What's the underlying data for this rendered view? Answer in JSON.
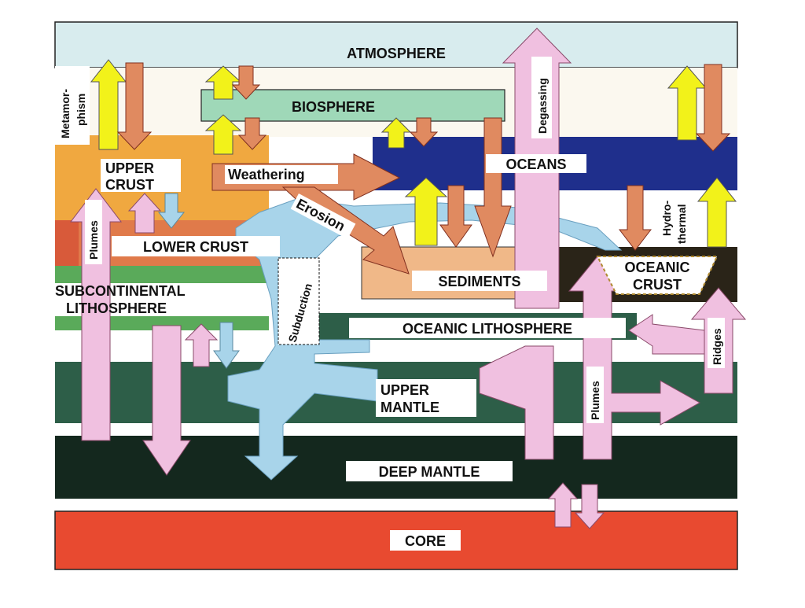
{
  "reservoirs": {
    "atmosphere": "ATMOSPHERE",
    "biosphere": "BIOSPHERE",
    "oceans": "OCEANS",
    "upper_crust": [
      "UPPER",
      "CRUST"
    ],
    "lower_crust": "LOWER CRUST",
    "subcontinental_lithosphere": [
      "SUBCONTINENTAL",
      "LITHOSPHERE"
    ],
    "sediments": "SEDIMENTS",
    "oceanic_crust": [
      "OCEANIC",
      "CRUST"
    ],
    "oceanic_lithosphere": "OCEANIC LITHOSPHERE",
    "upper_mantle": [
      "UPPER",
      "MANTLE"
    ],
    "deep_mantle": "DEEP MANTLE",
    "core": "CORE"
  },
  "processes": {
    "metamorphism": [
      "Metamor-",
      "phism"
    ],
    "degassing": "Degassing",
    "weathering": "Weathering",
    "erosion": "Erosion",
    "plumes_left": "Plumes",
    "plumes_right": "Plumes",
    "subduction": "Subduction",
    "hydrothermal": [
      "Hydro-",
      "thermal"
    ],
    "ridges": "Ridges"
  },
  "colors": {
    "atmosphere": "#d8ecee",
    "biosphere": "#9fd8b8",
    "oceans": "#1f2f8c",
    "upper_crust": "#f0a840",
    "lower_crust": "#e07a4a",
    "subcontinental_lithosphere": "#5aaa5a",
    "sediments": "#f0b888",
    "oceanic_crust": "#2a2418",
    "oceanic_lithosphere": "#2d5e48",
    "upper_mantle": "#2d5e48",
    "deep_mantle": "#14281e",
    "core": "#e84a30",
    "arrow_yellow": "#f2f21a",
    "arrow_salmon": "#e08a60",
    "arrow_pink": "#f0c0e0",
    "arrow_blue": "#a8d4ea"
  }
}
